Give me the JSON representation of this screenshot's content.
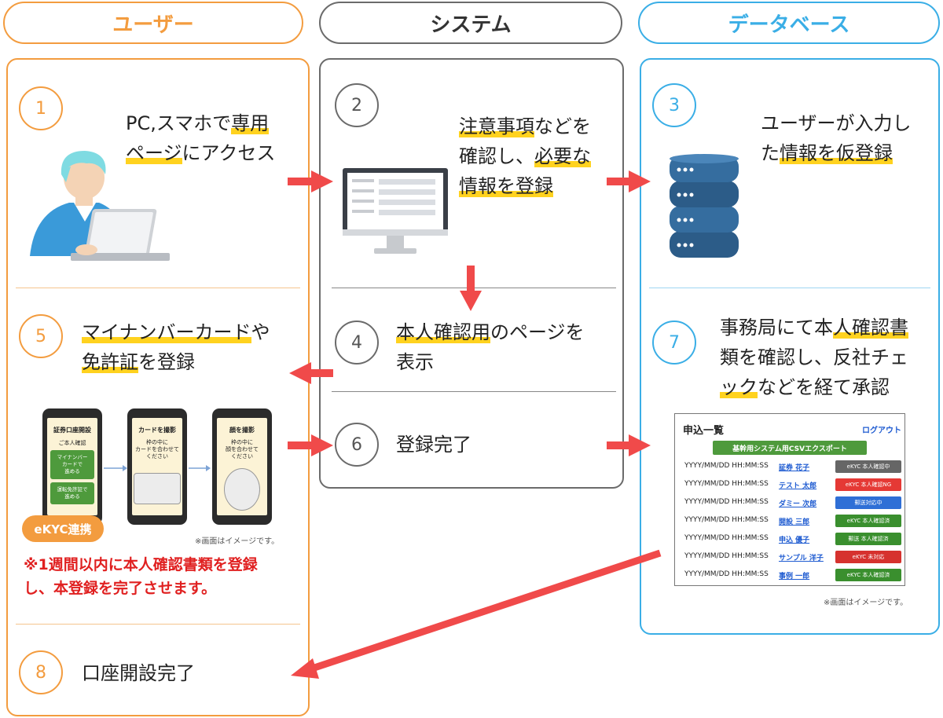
{
  "lanes": {
    "user": {
      "title": "ユーザー",
      "color": "#f39c3f"
    },
    "system": {
      "title": "システム",
      "color": "#6b6b6b"
    },
    "database": {
      "title": "データベース",
      "color": "#3aaee6"
    }
  },
  "steps": {
    "s1": {
      "num": "1",
      "t1": "PC,スマホで",
      "t1h": "専用",
      "t2h": "ページ",
      "t2": "にアクセス"
    },
    "s2": {
      "num": "2",
      "l1h": "注意事項",
      "l1": "などを",
      "l2a": "確認し、",
      "l2h": "必要な",
      "l3h": "情報を登録"
    },
    "s3": {
      "num": "3",
      "l1": "ユーザーが入力し",
      "l2a": "た",
      "l2h": "情報を仮登録"
    },
    "s4": {
      "num": "4",
      "l1h": "本人確認用",
      "l1": "のページを",
      "l2": "表示"
    },
    "s5": {
      "num": "5",
      "l1h": "マイナンバーカード",
      "l1": "や",
      "l2h": "免許証",
      "l2": "を登録"
    },
    "s6": {
      "num": "6",
      "l1": "登録完了"
    },
    "s7": {
      "num": "7",
      "l1a": "事務局にて本",
      "l1h": "人確認書",
      "l2": "類を確認し、反社チェ",
      "l3h": "ック",
      "l3": "などを経て承認"
    },
    "s8": {
      "num": "8",
      "l1": "口座開設完了"
    }
  },
  "phones": {
    "p1": {
      "title": "証券口座開設",
      "sub": "ご本人確認",
      "btn1": "マイナンバー\nカードで\n進める",
      "btn2": "運転免許証で\n進める"
    },
    "p2": {
      "title": "カードを撮影",
      "sub": "枠の中に\nカードを合わせて\nください"
    },
    "p3": {
      "title": "顔を撮影",
      "sub": "枠の中に\n顔を合わせて\nください"
    }
  },
  "ekyc_badge": "eKYC連携",
  "image_note": "※画面はイメージです。",
  "warning": {
    "l1": "※1週間以内に本人確認書類を登録",
    "l2": "し、本登録を完了させます。"
  },
  "admin_panel": {
    "title": "申込一覧",
    "logout": "ログアウト",
    "export_btn": "基幹用システム用CSVエクスポート",
    "rows": [
      {
        "ts": "YYYY/MM/DD HH:MM:SS",
        "name": "証券 花子",
        "status": "eKYC 本人確認中",
        "color": "#666666"
      },
      {
        "ts": "YYYY/MM/DD HH:MM:SS",
        "name": "テスト 太郎",
        "status": "eKYC 本人確認NG",
        "color": "#e53935"
      },
      {
        "ts": "YYYY/MM/DD HH:MM:SS",
        "name": "ダミー 次郎",
        "status": "郵送対応中",
        "color": "#2f6fd6"
      },
      {
        "ts": "YYYY/MM/DD HH:MM:SS",
        "name": "開設 三郎",
        "status": "eKYC 本人確認済",
        "color": "#3a8f2e"
      },
      {
        "ts": "YYYY/MM/DD HH:MM:SS",
        "name": "申込 優子",
        "status": "郵送 本人確認済",
        "color": "#3a8f2e"
      },
      {
        "ts": "YYYY/MM/DD HH:MM:SS",
        "name": "サンプル 洋子",
        "status": "eKYC 未対応",
        "color": "#d6322e"
      },
      {
        "ts": "YYYY/MM/DD HH:MM:SS",
        "name": "事例 一郎",
        "status": "eKYC 本人確認済",
        "color": "#3a8f2e"
      }
    ],
    "note": "※画面はイメージです。"
  },
  "colors": {
    "arrow": "#f04a4a",
    "highlight": "#ffd21f",
    "warning": "#e02020",
    "badge": "#f39c3f"
  },
  "icons": {
    "user": "person-laptop-icon",
    "system": "monitor-icon",
    "database": "database-server-icon"
  }
}
